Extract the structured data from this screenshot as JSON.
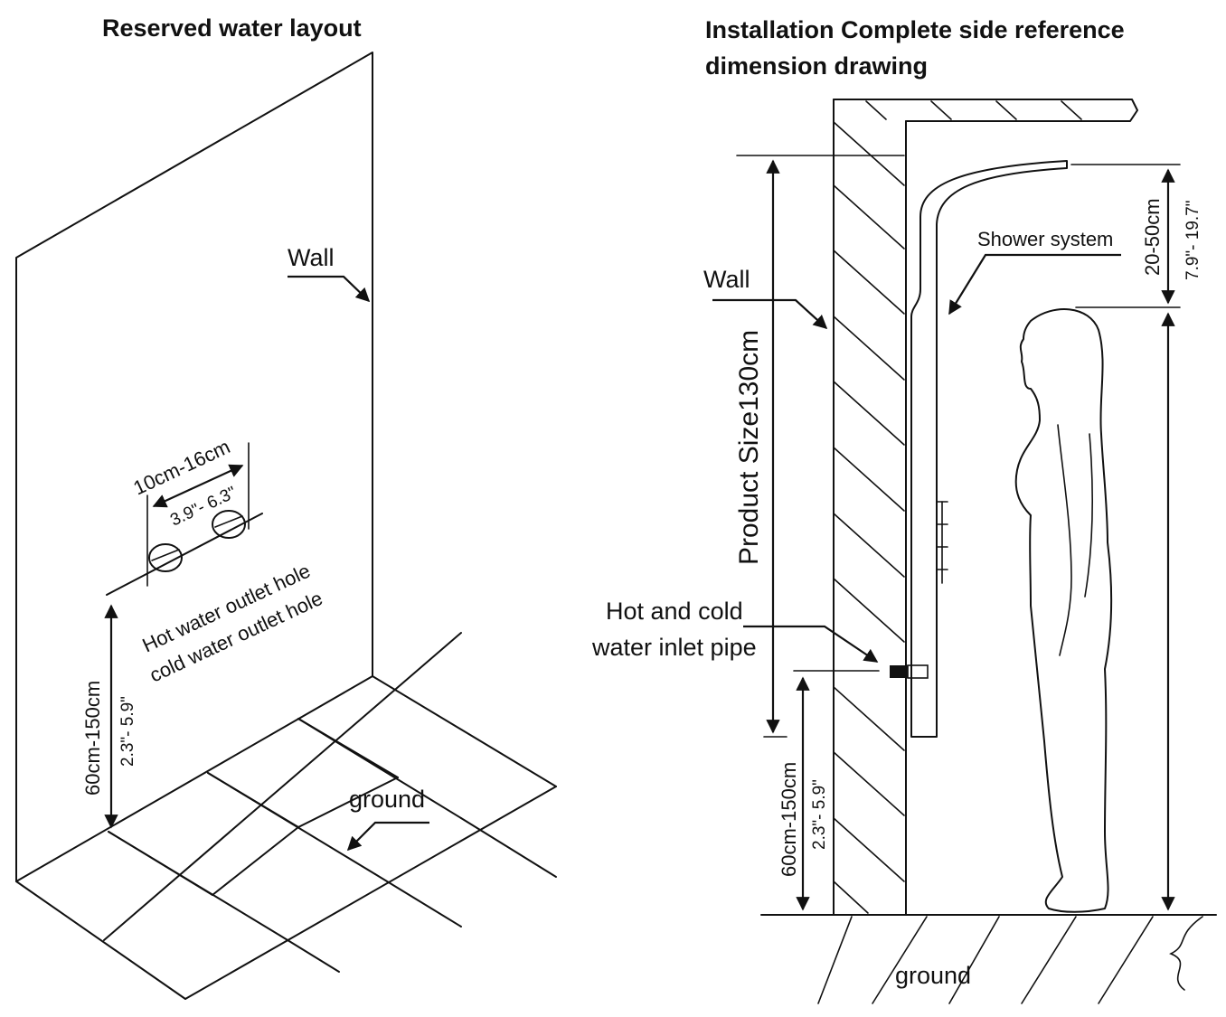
{
  "left_panel": {
    "title": "Reserved water layout",
    "wall_label": "Wall",
    "ground_label": "ground",
    "spacing_cm": "10cm-16cm",
    "spacing_in": "3.9\"- 6.3\"",
    "hot_hole_label": "Hot water outlet hole",
    "cold_hole_label": "cold water outlet hole",
    "height_cm": "60cm-150cm",
    "height_in": "2.3\"- 5.9\""
  },
  "right_panel": {
    "title_line1": "Installation Complete side reference",
    "title_line2": "dimension drawing",
    "wall_label": "Wall",
    "shower_label": "Shower system",
    "product_size": "Product Size130cm",
    "top_gap_cm": "20-50cm",
    "top_gap_in": "7.9\"- 19.7\"",
    "pipe_label_line1": "Hot and cold",
    "pipe_label_line2": "water inlet pipe",
    "height_cm": "60cm-150cm",
    "height_in": "2.3\"- 5.9\"",
    "ground_label": "ground"
  }
}
